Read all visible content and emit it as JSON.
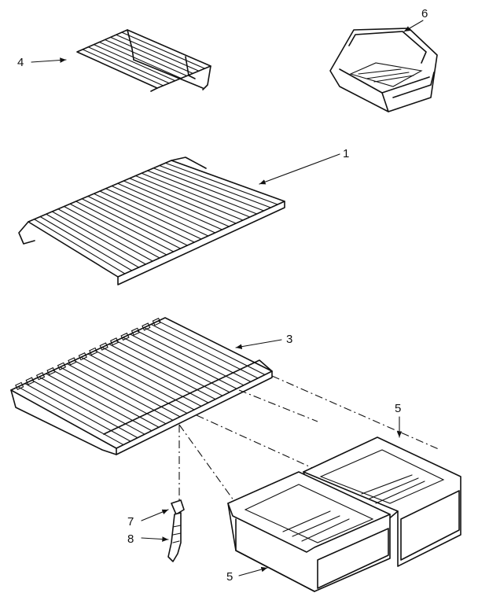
{
  "callouts": {
    "c1": "1",
    "c3": "3",
    "c4": "4",
    "c5a": "5",
    "c5b": "5",
    "c6": "6",
    "c7": "7",
    "c8": "8"
  }
}
